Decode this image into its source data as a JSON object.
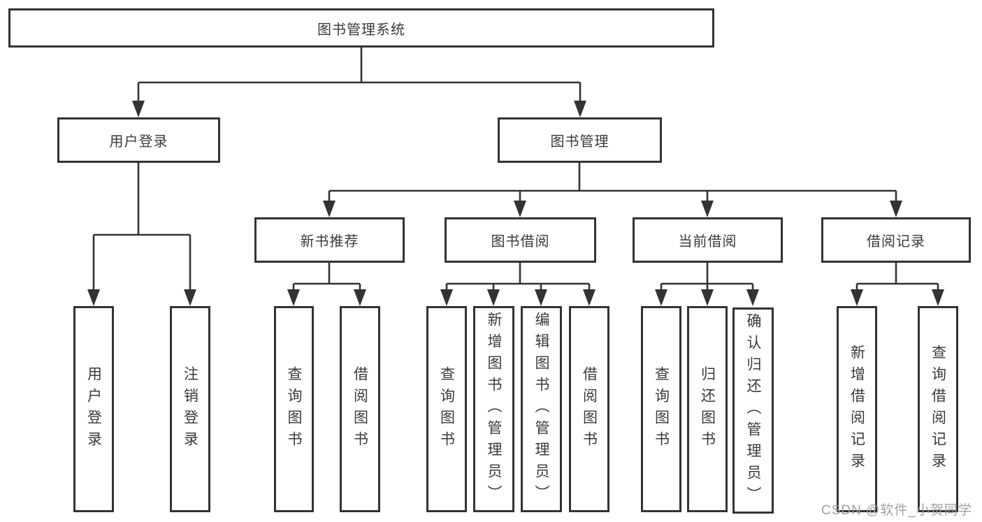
{
  "tree": {
    "label": "图书管理系统",
    "children": [
      {
        "label": "用户登录",
        "children": [
          {
            "label": "用户登录"
          },
          {
            "label": "注销登录"
          }
        ]
      },
      {
        "label": "图书管理",
        "children": [
          {
            "label": "新书推荐",
            "children": [
              {
                "label": "查询图书"
              },
              {
                "label": "借阅图书"
              }
            ]
          },
          {
            "label": "图书借阅",
            "children": [
              {
                "label": "查询图书"
              },
              {
                "label": "新增图书（管理员）"
              },
              {
                "label": "编辑图书（管理员）"
              },
              {
                "label": "借阅图书"
              }
            ]
          },
          {
            "label": "当前借阅",
            "children": [
              {
                "label": "查询图书"
              },
              {
                "label": "归还图书"
              },
              {
                "label": "确认归还（管理员）"
              }
            ]
          },
          {
            "label": "借阅记录",
            "children": [
              {
                "label": "新增借阅记录"
              },
              {
                "label": "查询借阅记录"
              }
            ]
          }
        ]
      }
    ]
  },
  "watermark": {
    "text": "CSDN @软件_小贺同学"
  },
  "colors": {
    "line": "#333333",
    "box_border": "#333333",
    "box_fill": "#ffffff",
    "text": "#3a3a3a",
    "watermark": "#98989e",
    "background": "#ffffff"
  }
}
